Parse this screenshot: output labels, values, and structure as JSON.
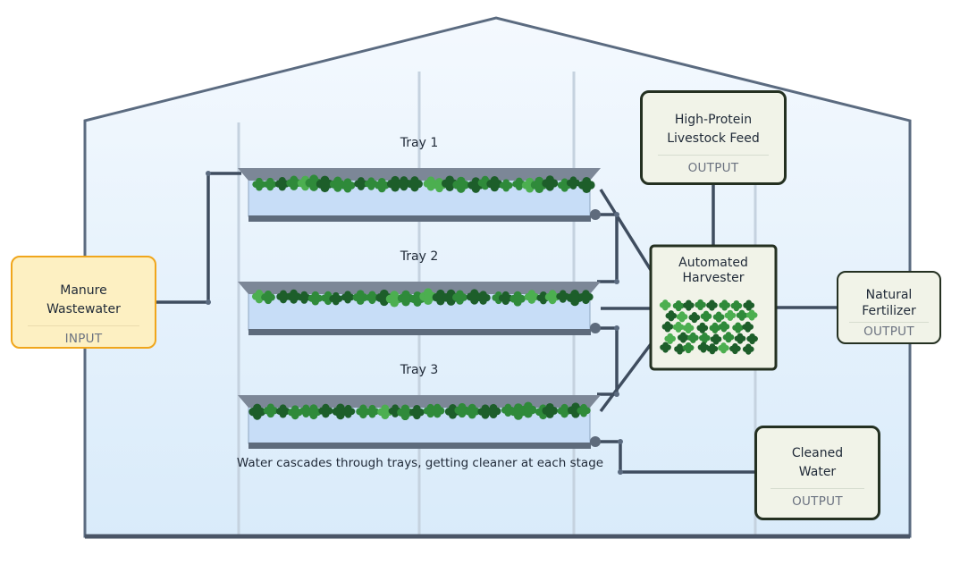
{
  "trays": [
    {
      "label": "Tray 1"
    },
    {
      "label": "Tray 2"
    },
    {
      "label": "Tray 3"
    }
  ],
  "caption": "Water cascades through trays, getting cleaner at each stage",
  "input_box": {
    "title_line1": "Manure",
    "title_line2": "Wastewater",
    "tag": "INPUT"
  },
  "harvester": {
    "title_line1": "Automated",
    "title_line2": "Harvester"
  },
  "outputs": {
    "feed": {
      "title_line1": "High-Protein",
      "title_line2": "Livestock Feed",
      "tag": "OUTPUT"
    },
    "fertilizer": {
      "title_line1": "Natural",
      "title_line2": "Fertilizer",
      "tag": "OUTPUT"
    },
    "water": {
      "title_line1": "Cleaned",
      "title_line2": "Water",
      "tag": "OUTPUT"
    }
  },
  "colors": {
    "greenhouse_outline": "#5b6b80",
    "pipe": "#3f4d5f",
    "water": "#c7ddf7",
    "plant_dark": "#1d5e2a",
    "plant_mid": "#2f8a3a",
    "plant_light": "#4caf50",
    "input_fill": "#fdf0c2",
    "input_border": "#f0a61c"
  }
}
